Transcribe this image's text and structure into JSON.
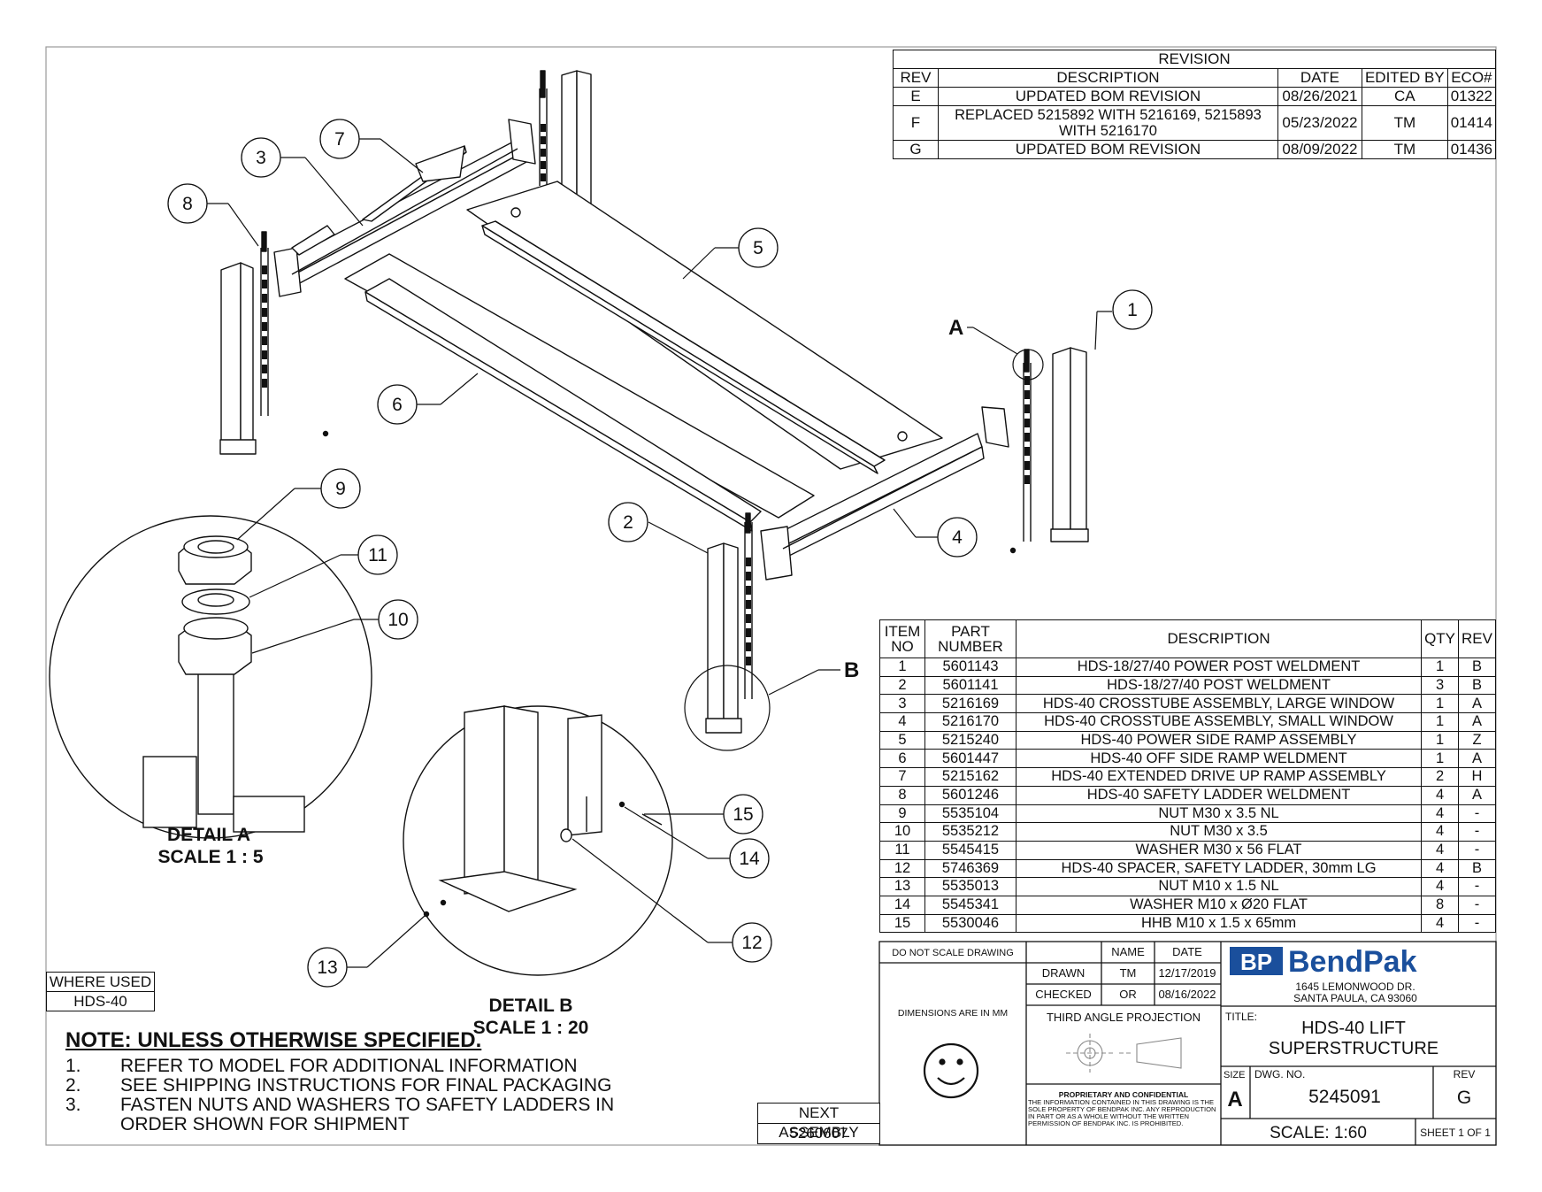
{
  "revision": {
    "title": "REVISION",
    "headers": [
      "REV",
      "DESCRIPTION",
      "DATE",
      "EDITED BY",
      "ECO#"
    ],
    "rows": [
      [
        "E",
        "UPDATED BOM REVISION",
        "08/26/2021",
        "CA",
        "01322"
      ],
      [
        "F",
        "REPLACED 5215892 WITH 5216169, 5215893 WITH 5216170",
        "05/23/2022",
        "TM",
        "01414"
      ],
      [
        "G",
        "UPDATED BOM REVISION",
        "08/09/2022",
        "TM",
        "01436"
      ]
    ]
  },
  "bom": {
    "headers": [
      "ITEM NO",
      "PART NUMBER",
      "DESCRIPTION",
      "QTY",
      "REV"
    ],
    "rows": [
      [
        "1",
        "5601143",
        "HDS-18/27/40 POWER POST WELDMENT",
        "1",
        "B"
      ],
      [
        "2",
        "5601141",
        "HDS-18/27/40 POST WELDMENT",
        "3",
        "B"
      ],
      [
        "3",
        "5216169",
        "HDS-40 CROSSTUBE ASSEMBLY, LARGE WINDOW",
        "1",
        "A"
      ],
      [
        "4",
        "5216170",
        "HDS-40 CROSSTUBE ASSEMBLY, SMALL WINDOW",
        "1",
        "A"
      ],
      [
        "5",
        "5215240",
        "HDS-40 POWER SIDE RAMP ASSEMBLY",
        "1",
        "Z"
      ],
      [
        "6",
        "5601447",
        "HDS-40 OFF SIDE RAMP WELDMENT",
        "1",
        "A"
      ],
      [
        "7",
        "5215162",
        "HDS-40 EXTENDED DRIVE UP RAMP ASSEMBLY",
        "2",
        "H"
      ],
      [
        "8",
        "5601246",
        "HDS-40 SAFETY LADDER WELDMENT",
        "4",
        "A"
      ],
      [
        "9",
        "5535104",
        "NUT M30 x 3.5 NL",
        "4",
        "-"
      ],
      [
        "10",
        "5535212",
        "NUT M30 x 3.5",
        "4",
        "-"
      ],
      [
        "11",
        "5545415",
        "WASHER M30 x 56 FLAT",
        "4",
        "-"
      ],
      [
        "12",
        "5746369",
        "HDS-40 SPACER, SAFETY LADDER, 30mm LG",
        "4",
        "B"
      ],
      [
        "13",
        "5535013",
        "NUT M10 x 1.5 NL",
        "4",
        "-"
      ],
      [
        "14",
        "5545341",
        "WASHER M10 x Ø20 FLAT",
        "8",
        "-"
      ],
      [
        "15",
        "5530046",
        "HHB M10 x 1.5 x 65mm",
        "4",
        "-"
      ]
    ]
  },
  "balloons": [
    "1",
    "2",
    "3",
    "4",
    "5",
    "6",
    "7",
    "8",
    "9",
    "10",
    "11",
    "12",
    "13",
    "14",
    "15"
  ],
  "detail_letters": {
    "a": "A",
    "b": "B"
  },
  "details": {
    "a_title": "DETAIL A",
    "a_scale": "SCALE 1 : 5",
    "b_title": "DETAIL B",
    "b_scale": "SCALE 1 : 20"
  },
  "where_used": {
    "label": "WHERE USED",
    "value": "HDS-40"
  },
  "next_assembly": {
    "label": "NEXT ASSEMBLY",
    "value": "5260607"
  },
  "notes": {
    "title": "NOTE: UNLESS OTHERWISE SPECIFIED.",
    "items": [
      {
        "num": "1.",
        "text": "REFER TO MODEL FOR ADDITIONAL INFORMATION"
      },
      {
        "num": "2.",
        "text": "SEE SHIPPING INSTRUCTIONS FOR FINAL PACKAGING"
      },
      {
        "num": "3.",
        "text": "FASTEN NUTS AND WASHERS TO SAFETY LADDERS IN ORDER SHOWN FOR SHIPMENT"
      }
    ]
  },
  "title_block": {
    "do_not_scale": "DO NOT SCALE DRAWING",
    "dimensions": "DIMENSIONS ARE IN MM",
    "name_label": "NAME",
    "date_label": "DATE",
    "drawn_label": "DRAWN",
    "drawn_name": "TM",
    "drawn_date": "12/17/2019",
    "checked_label": "CHECKED",
    "checked_name": "OR",
    "checked_date": "08/16/2022",
    "projection": "THIRD ANGLE PROJECTION",
    "proprietary_title": "PROPRIETARY AND CONFIDENTIAL",
    "proprietary_text": "THE INFORMATION CONTAINED IN THIS DRAWING IS THE SOLE PROPERTY OF BENDPAK INC. ANY REPRODUCTION IN PART OR AS A WHOLE WITHOUT THE WRITTEN PERMISSION OF BENDPAK INC. IS PROHIBITED.",
    "logo_bp": "BP",
    "logo_name": "BendPak",
    "address1": "1645 LEMONWOOD DR.",
    "address2": "SANTA PAULA, CA 93060",
    "title_label": "TITLE:",
    "title1": "HDS-40 LIFT",
    "title2": "SUPERSTRUCTURE",
    "size_label": "SIZE",
    "size": "A",
    "dwg_label": "DWG.  NO.",
    "dwg_no": "5245091",
    "rev_label": "REV",
    "rev": "G",
    "scale": "SCALE: 1:60",
    "sheet": "SHEET 1 OF 1"
  }
}
